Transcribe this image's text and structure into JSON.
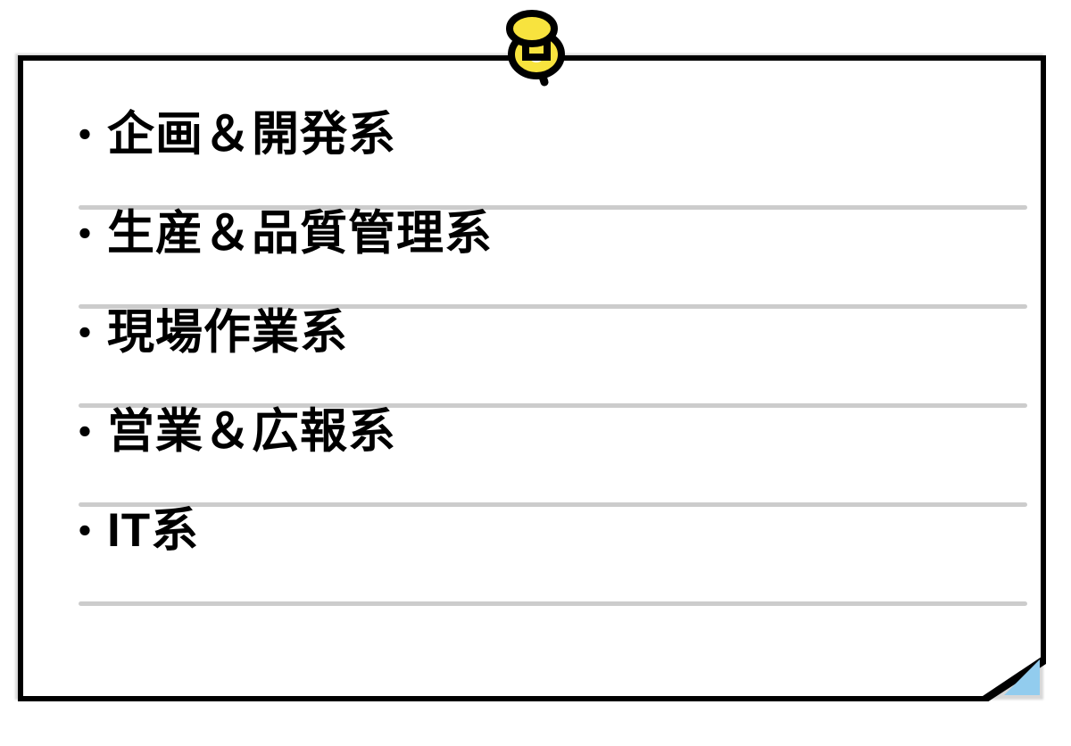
{
  "card": {
    "border_color": "#000000",
    "background_color": "#ffffff",
    "fold_color": "#92ccee",
    "divider_color": "#cccccc"
  },
  "pushpin": {
    "icon": "pushpin-icon",
    "fill_color": "#f8e33e",
    "outline_color": "#000000"
  },
  "list": {
    "bullet": "・",
    "items": [
      {
        "label": "企画＆開発系"
      },
      {
        "label": "生産＆品質管理系"
      },
      {
        "label": "現場作業系"
      },
      {
        "label": "営業＆広報系"
      },
      {
        "label": "IT系"
      }
    ]
  }
}
